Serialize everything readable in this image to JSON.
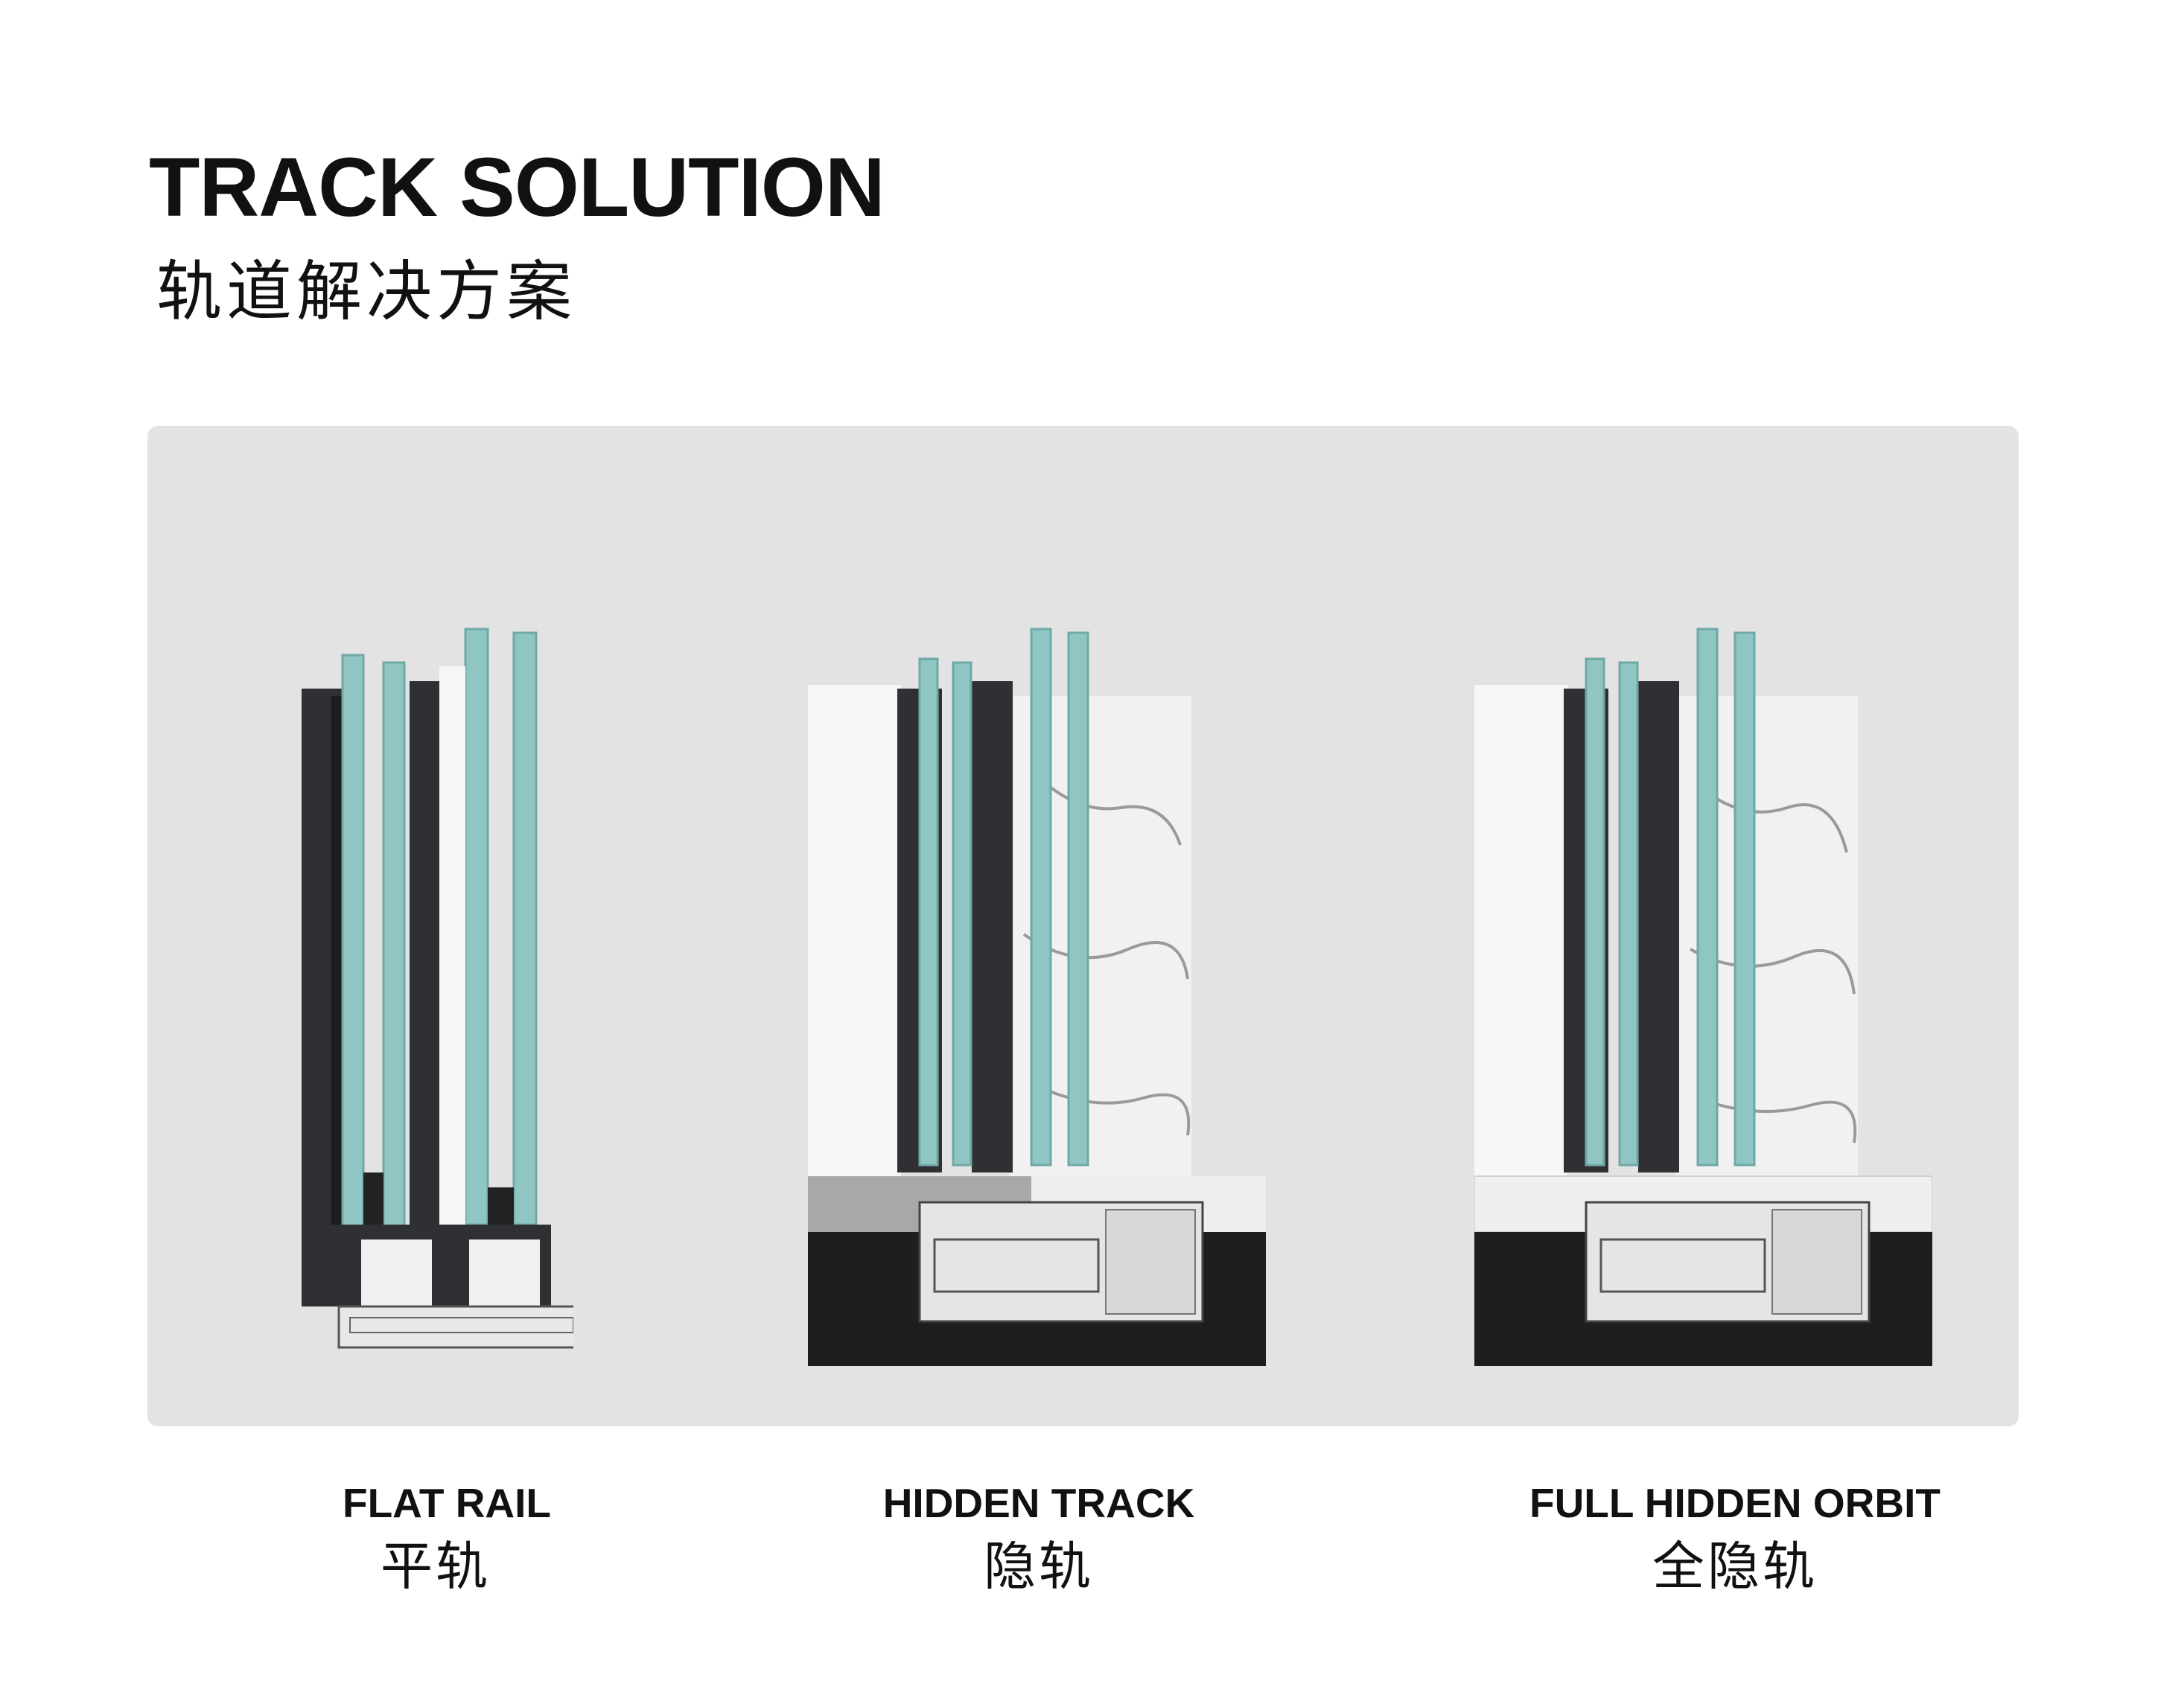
{
  "header": {
    "title": "TRACK SOLUTION",
    "subtitle": "轨道解决方案"
  },
  "products": [
    {
      "name_en": "FLAT RAIL",
      "name_zh": "平轨"
    },
    {
      "name_en": "HIDDEN TRACK",
      "name_zh": "隐轨"
    },
    {
      "name_en": "FULL HIDDEN ORBIT",
      "name_zh": "全隐轨"
    }
  ],
  "colors": {
    "panel": "#e3e3e3",
    "frame": "#2f3033",
    "glass": "#8fc5c2",
    "marble": "#f1f1f1",
    "base": "#1e1e1e"
  }
}
